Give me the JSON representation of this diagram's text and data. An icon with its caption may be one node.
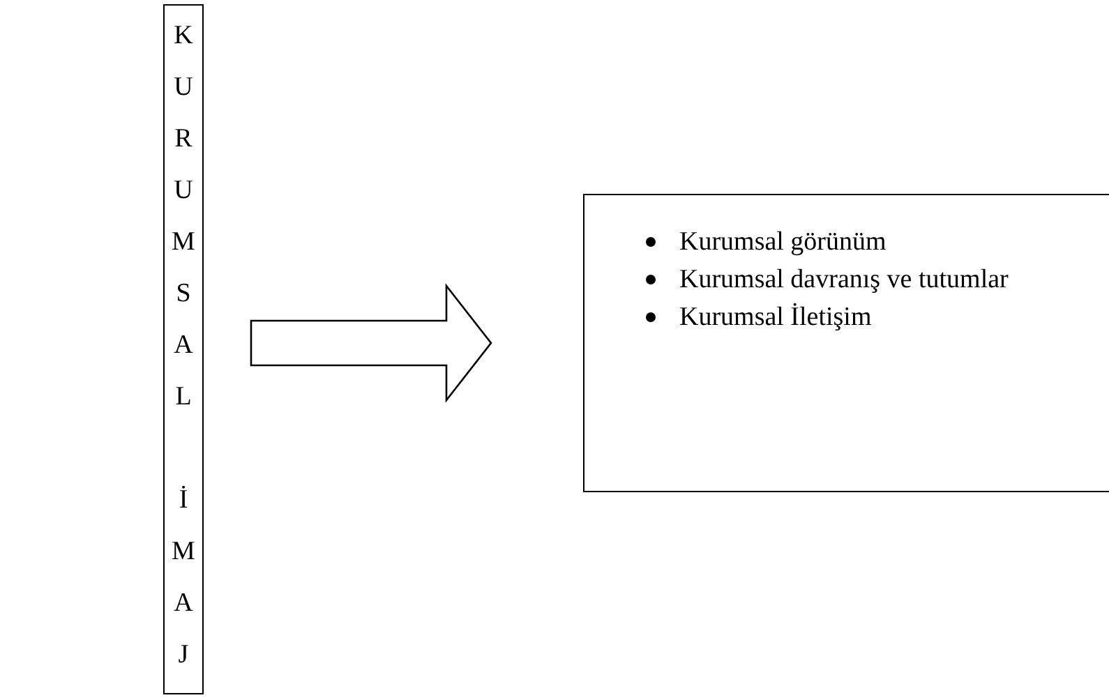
{
  "diagram": {
    "nodes": [
      {
        "text": [
          "KURUMSAL",
          "İMAJ"
        ]
      },
      {
        "text": [
          "Kurumsal görünüm",
          "Kurumsal davranış ve tutumlar",
          "Kurumsal İletişim"
        ]
      }
    ],
    "edges": [
      {
        "from": 0,
        "to": 1,
        "arrow": "to",
        "style": "thick"
      }
    ]
  }
}
